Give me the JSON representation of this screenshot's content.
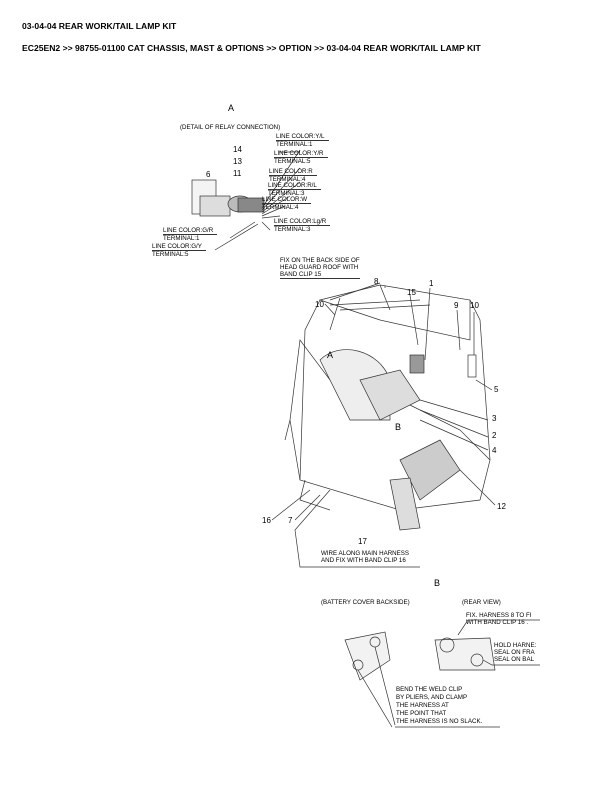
{
  "header": {
    "title": "03-04-04 REAR WORK/TAIL LAMP KIT",
    "breadcrumb": "EC25EN2 >> 98755-01100 CAT CHASSIS, MAST & OPTIONS >> OPTION >> 03-04-04 REAR WORK/TAIL LAMP KIT"
  },
  "detail_a": {
    "letter": "A",
    "caption": "(DETAIL OF RELAY CONNECTION)",
    "callouts": [
      "14",
      "13",
      "11",
      "6"
    ],
    "labels": [
      {
        "color": "LINE COLOR:Y/L",
        "terminal": "TERMINAL:1"
      },
      {
        "color": "LINE COLOR:Y/R",
        "terminal": "TERMINAL:5"
      },
      {
        "color": "LINE COLOR:R",
        "terminal": "TERMINAL:4"
      },
      {
        "color": "LINE COLOR:R/L",
        "terminal": "TERMINAL:3"
      },
      {
        "color": "LINE COLOR:W",
        "terminal": "TERMINAL:4"
      },
      {
        "color": "LINE COLOR:Lg/R",
        "terminal": "TERMINAL:3"
      },
      {
        "color": "LINE COLOR:G/R",
        "terminal": "TERMINAL:1"
      },
      {
        "color": "LINE COLOR:G/Y",
        "terminal": "TERMINAL:5"
      }
    ]
  },
  "main": {
    "note_top": [
      "FIX ON THE BACK SIDE OF",
      "HEAD GUARD ROOF WITH",
      "BAND CLIP 15"
    ],
    "note_bottom": [
      "WIRE ALONG MAIN HARNESS",
      "AND FIX WITH BAND CLIP 16"
    ],
    "callouts": {
      "c8": "8",
      "c15": "15",
      "c1": "1",
      "c10a": "10",
      "c9": "9",
      "c10b": "10",
      "cA": "A",
      "c5": "5",
      "c3": "3",
      "cB": "B",
      "c2": "2",
      "c4": "4",
      "c12": "12",
      "c16": "16",
      "c7": "7",
      "c17": "17"
    }
  },
  "detail_b": {
    "letter": "B",
    "caption_left": "(BATTERY COVER BACKSIDE)",
    "caption_right": "(REAR VIEW)",
    "note_fix": [
      "FIX. HARNESS 8 TO FI",
      "WITH BAND CLIP 16 ."
    ],
    "note_hold": [
      "HOLD HARNE:",
      "SEAL ON FRA",
      "SEAL ON BAL"
    ],
    "note_bend": [
      "BEND THE WELD CLIP",
      "BY PLIERS, AND CLAMP",
      "THE HARNESS AT",
      "THE POINT THAT",
      "THE HARNESS IS NO SLACK."
    ]
  }
}
